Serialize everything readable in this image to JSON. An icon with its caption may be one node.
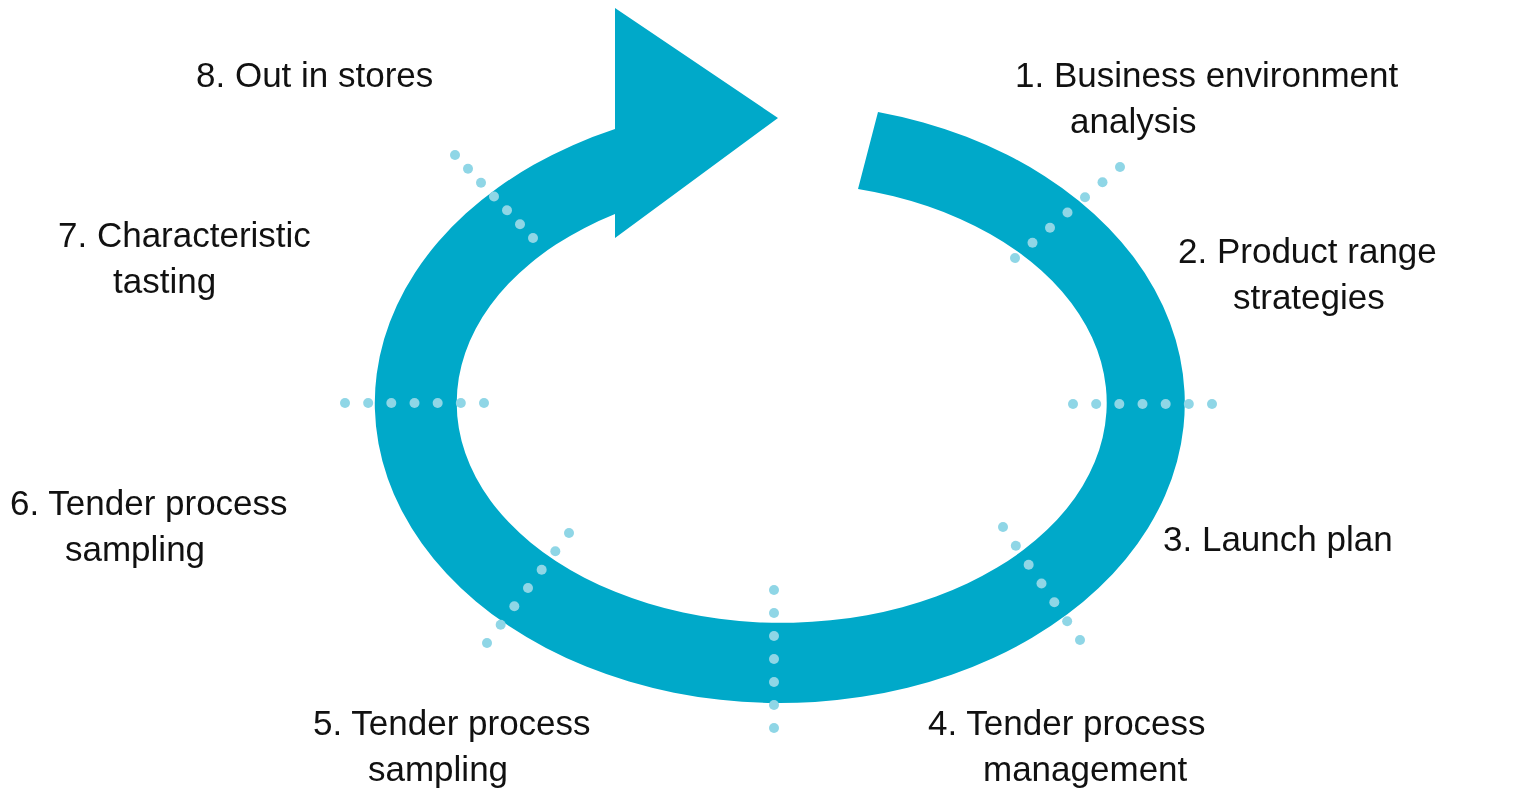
{
  "diagram": {
    "labels": [
      "1. Business environment analysis",
      "2. Product range strategies",
      "3. Launch plan",
      "4. Tender process management",
      "5. Tender process sampling",
      "6. Tender process sampling",
      "7. Characteristic tasting",
      "8. Out in stores"
    ]
  }
}
